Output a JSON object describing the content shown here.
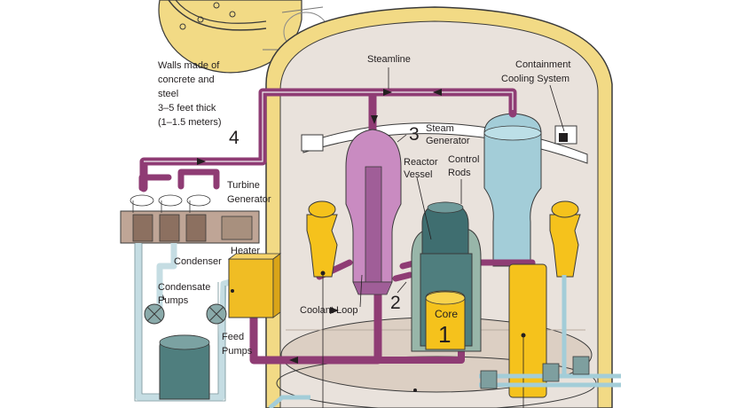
{
  "labels": {
    "walls": [
      "Walls made of",
      "concrete and",
      "steel",
      "3–5 feet thick",
      "(1–1.5 meters)"
    ],
    "steamline": "Steamline",
    "containment_cooling": [
      "Containment",
      "Cooling System"
    ],
    "steam_generator": [
      "Steam",
      "Generator"
    ],
    "reactor_vessel": [
      "Reactor",
      "Vessel"
    ],
    "control_rods": [
      "Control",
      "Rods"
    ],
    "turbine_generator": [
      "Turbine",
      "Generator"
    ],
    "condenser": "Condenser",
    "heater": "Heater",
    "condensate_pumps": [
      "Condensate",
      "Pumps"
    ],
    "coolant_loop": "Coolant Loop",
    "core": "Core",
    "feed_pumps": [
      "Feed",
      "Pumps"
    ]
  },
  "step_numbers": {
    "core": "1",
    "coolant": "2",
    "steam_generator": "3",
    "steamline": "4"
  },
  "colors": {
    "pipe": "#8f3c74",
    "containment": "#f2da85",
    "interior": "#e9e2dc",
    "vessel": "#3f6e70",
    "cooling_tower": "#a3cdd8",
    "core": "#f5c21c",
    "heater": "#f0bd24",
    "condensate_pipe": "#c5dde3"
  }
}
